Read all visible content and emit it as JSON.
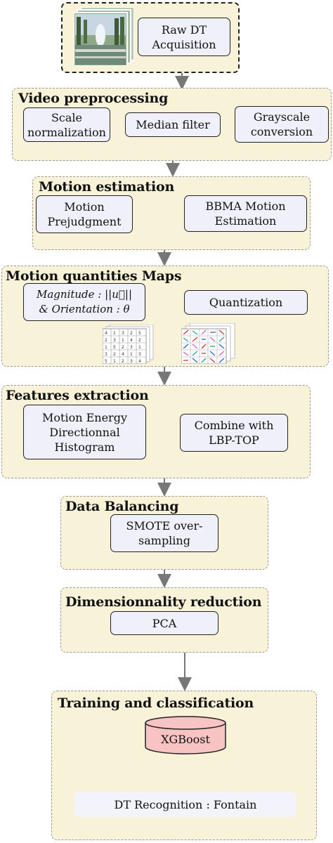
{
  "stages": {
    "acquisition": {
      "step": "Raw DT\nAcquisition"
    },
    "preprocessing": {
      "title": "Video preprocessing",
      "steps": [
        "Scale\nnormalization",
        "Median filter",
        "Grayscale\nconversion"
      ]
    },
    "motion_estimation": {
      "title": "Motion estimation",
      "steps": [
        "Motion\nPrejudgment",
        "BBMA Motion\nEstimation"
      ]
    },
    "motion_maps": {
      "title": "Motion quantities Maps",
      "magnitude_label": "Magnitude : ||u⃗||",
      "orientation_label": "& Orientation : θ",
      "quantization": "Quantization"
    },
    "features": {
      "title": "Features extraction",
      "steps": [
        "Motion Energy\nDirectionnal\nHistogram",
        "Combine with\nLBP-TOP"
      ]
    },
    "balancing": {
      "title": "Data Balancing",
      "step": "SMOTE over-\nsampling"
    },
    "reduction": {
      "title": "Dimensionnality reduction",
      "step": "PCA"
    },
    "training": {
      "title": "Training and classification",
      "model": "XGBoost",
      "result": "DT Recognition : Fontain"
    }
  },
  "colors": {
    "stage_fill": "#f8f3d8",
    "box_fill": "#f0f0fb",
    "model_fill": "#f7c3c3",
    "arrow": "#777777"
  }
}
